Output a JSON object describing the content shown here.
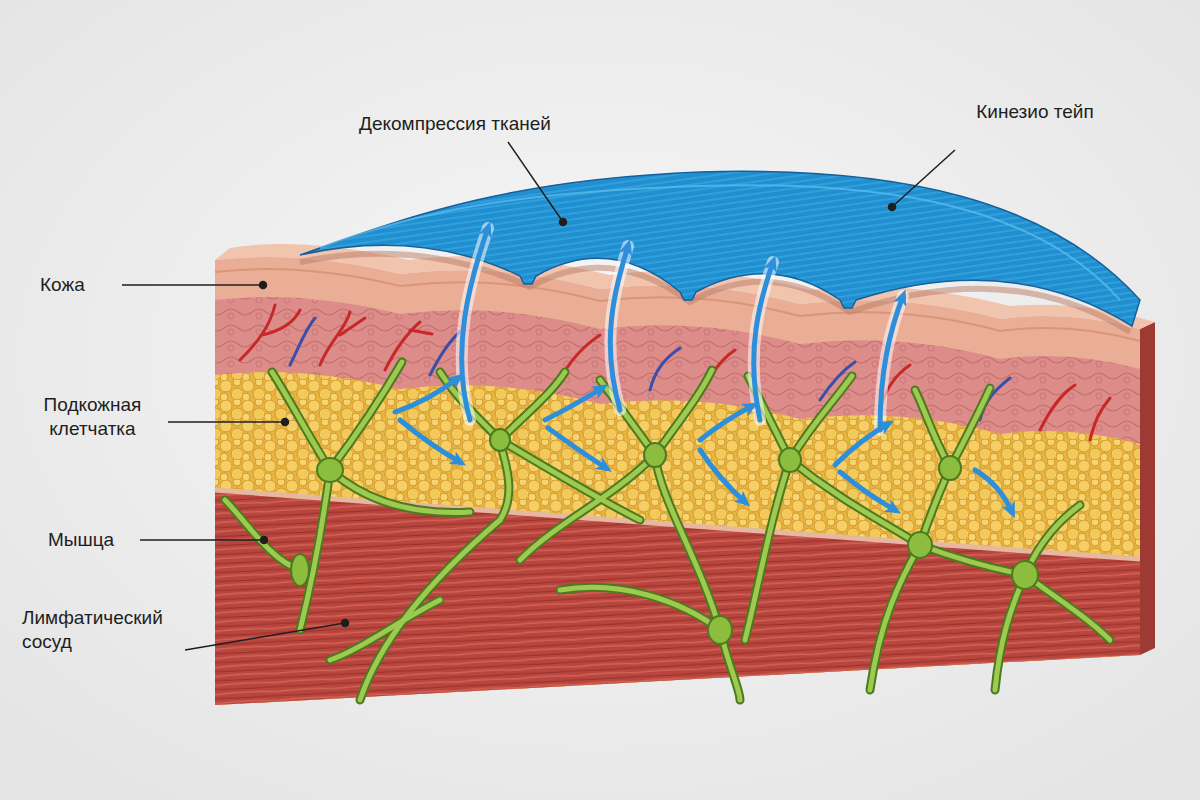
{
  "diagram": {
    "labels": [
      "Декомпрессия тканей",
      "Кинезио тейп",
      "Кожа",
      "Подкожная клетчатка",
      "Мышца",
      "Лимфатический сосуд"
    ]
  }
}
